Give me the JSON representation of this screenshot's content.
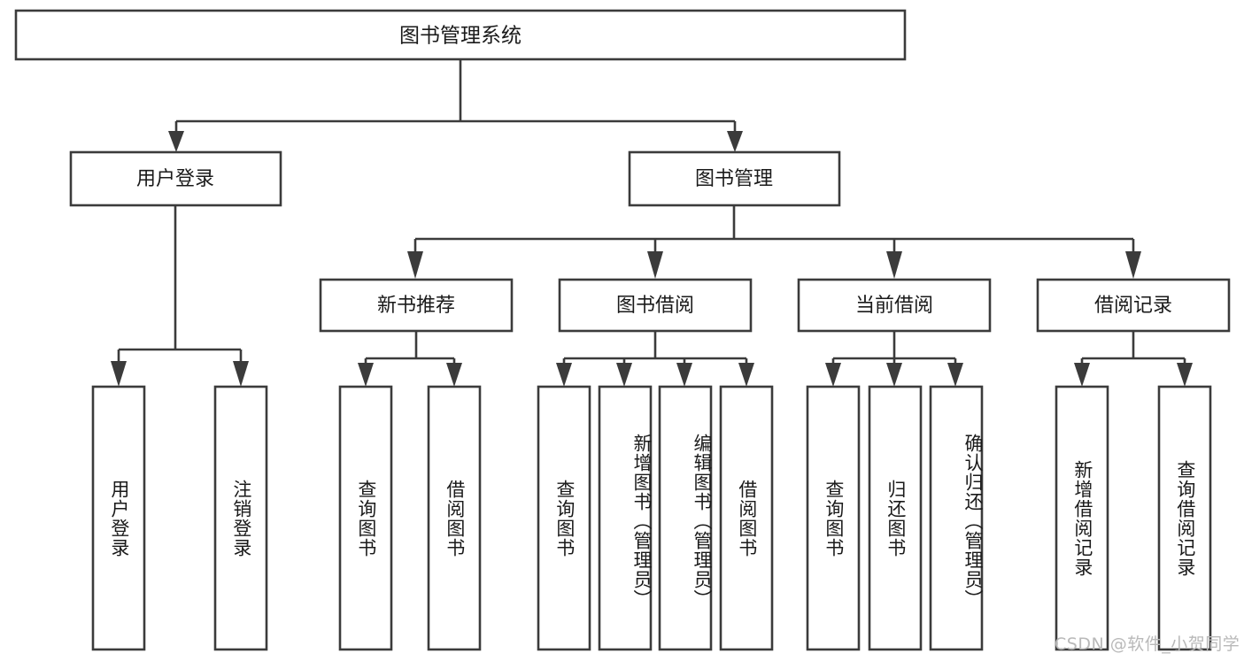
{
  "diagram": {
    "type": "tree-hierarchy",
    "title": "图书管理系统",
    "root": {
      "id": "root",
      "label": "图书管理系统"
    },
    "level2": [
      {
        "id": "user-login",
        "label": "用户登录"
      },
      {
        "id": "book-manage",
        "label": "图书管理"
      }
    ],
    "level3": [
      {
        "id": "new-book-recommend",
        "label": "新书推荐",
        "parent": "book-manage"
      },
      {
        "id": "book-borrow",
        "label": "图书借阅",
        "parent": "book-manage"
      },
      {
        "id": "current-borrow",
        "label": "当前借阅",
        "parent": "book-manage"
      },
      {
        "id": "borrow-record",
        "label": "借阅记录",
        "parent": "book-manage"
      }
    ],
    "leaves": {
      "user_login": [
        {
          "id": "leaf-user-login",
          "label": "用户登录"
        },
        {
          "id": "leaf-logout-login",
          "label": "注销登录"
        }
      ],
      "new_book_recommend": [
        {
          "id": "leaf-query-book-1",
          "label": "查询图书"
        },
        {
          "id": "leaf-borrow-book-1",
          "label": "借阅图书"
        }
      ],
      "book_borrow": [
        {
          "id": "leaf-query-book-2",
          "label": "查询图书"
        },
        {
          "id": "leaf-add-book",
          "label": "新增图书（管理员）"
        },
        {
          "id": "leaf-edit-book",
          "label": "编辑图书（管理员）"
        },
        {
          "id": "leaf-borrow-book-2",
          "label": "借阅图书"
        }
      ],
      "current_borrow": [
        {
          "id": "leaf-query-book-3",
          "label": "查询图书"
        },
        {
          "id": "leaf-return-book",
          "label": "归还图书"
        },
        {
          "id": "leaf-confirm-return",
          "label": "确认归还（管理员）"
        }
      ],
      "borrow_record": [
        {
          "id": "leaf-add-record",
          "label": "新增借阅记录"
        },
        {
          "id": "leaf-query-record",
          "label": "查询借阅记录"
        }
      ]
    },
    "watermark": "CSDN @软件_小贺同学",
    "colors": {
      "stroke": "#3b3b3b",
      "fill": "#ffffff",
      "text": "#1a1a1a",
      "watermark": "#b9b9b9"
    }
  }
}
